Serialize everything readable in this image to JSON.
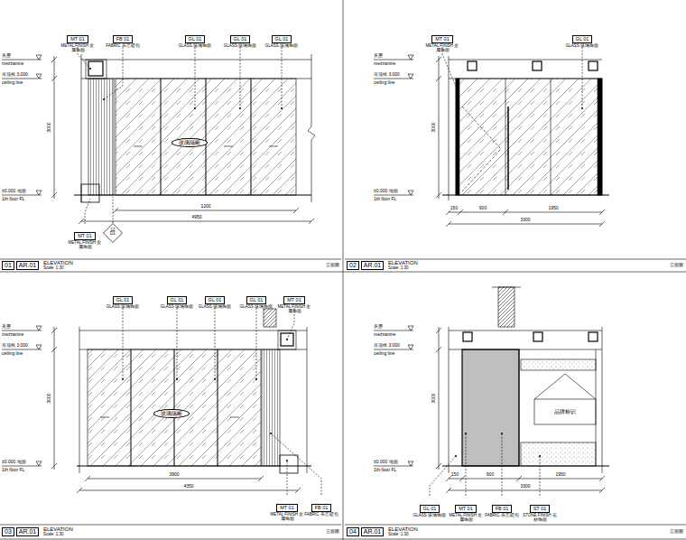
{
  "diagram": {
    "nodes": [
      {
        "text": [
          "MT 01",
          "METAL FINISH 金属饰面"
        ]
      },
      {
        "text": [
          "FB 01",
          "FABRIC 布艺硬包"
        ]
      },
      {
        "text": [
          "GL 01",
          "GLASS 玻璃饰面"
        ]
      },
      {
        "text": [
          "GL 01",
          "GLASS 玻璃饰面"
        ]
      },
      {
        "text": [
          "GL 01",
          "GLASS 玻璃饰面"
        ]
      },
      {
        "text": [
          "玻璃隔断"
        ]
      },
      {
        "text": [
          "MT 01",
          "METAL FINISH 金属饰面"
        ]
      },
      {
        "text": [
          "12",
          "D1"
        ]
      },
      {
        "text": [
          "01"
        ]
      },
      {
        "text": [
          "AR.01"
        ]
      },
      {
        "text": [
          "MT 01",
          "METAL FINISH 金属饰面"
        ]
      },
      {
        "text": [
          "GL 01",
          "GLASS 玻璃饰面"
        ]
      },
      {
        "text": [
          "02"
        ]
      },
      {
        "text": [
          "AR.01"
        ]
      },
      {
        "text": [
          "GL 01",
          "GLASS 玻璃饰面"
        ]
      },
      {
        "text": [
          "GL 01",
          "GLASS 玻璃饰面"
        ]
      },
      {
        "text": [
          "GL 01",
          "GLASS 玻璃饰面"
        ]
      },
      {
        "text": [
          "GL 01",
          "GLASS 玻璃饰面"
        ]
      },
      {
        "text": [
          "MT 01",
          "METAL FINISH 金属饰面"
        ]
      },
      {
        "text": [
          "玻璃隔断"
        ]
      },
      {
        "text": [
          "MT 01",
          "METAL FINISH 金属饰面"
        ]
      },
      {
        "text": [
          "FB 01",
          "FABRIC 布艺硬包"
        ]
      },
      {
        "text": [
          "03"
        ]
      },
      {
        "text": [
          "AR.01"
        ]
      },
      {
        "text": [
          "GL 01",
          "GLASS 玻璃饰面"
        ]
      },
      {
        "text": [
          "MT 01",
          "METAL FINISH 金属饰面"
        ]
      },
      {
        "text": [
          "FB 01",
          "FABRIC 布艺硬包"
        ]
      },
      {
        "text": [
          "ST 01",
          "STONE FINISH 石材饰面"
        ]
      },
      {
        "text": [
          "04"
        ]
      },
      {
        "text": [
          "AR.01"
        ]
      }
    ],
    "labels": [
      "夹层",
      "mezzanine",
      "吊顶线 3.000",
      "ceiling line",
      "±0.000 地面",
      "1th floor FL",
      "3000",
      "1200",
      "4950",
      "ELEVATION",
      "Scale: 1:30",
      "立面图",
      "夹层",
      "mezzanine",
      "吊顶线 3.000",
      "ceiling line",
      "±0.000 地面",
      "1th floor FL",
      "3000",
      "150",
      "900",
      "1950",
      "3300",
      "ELEVATION",
      "Scale: 1:30",
      "立面图",
      "夹层",
      "mezzanine",
      "吊顶线 3.000",
      "ceiling line",
      "±0.000 地面",
      "1th floor FL",
      "3000",
      "3900",
      "4350",
      "ELEVATION",
      "Scale: 1:30",
      "立面图",
      "夹层",
      "mezzanine",
      "吊顶线 3.000",
      "ceiling line",
      "±0.000 地面",
      "1th floor FL",
      "3000",
      "150",
      "900",
      "1950",
      "3300",
      "品牌标识",
      "ELEVATION",
      "Scale: 1:30",
      "立面图"
    ]
  }
}
